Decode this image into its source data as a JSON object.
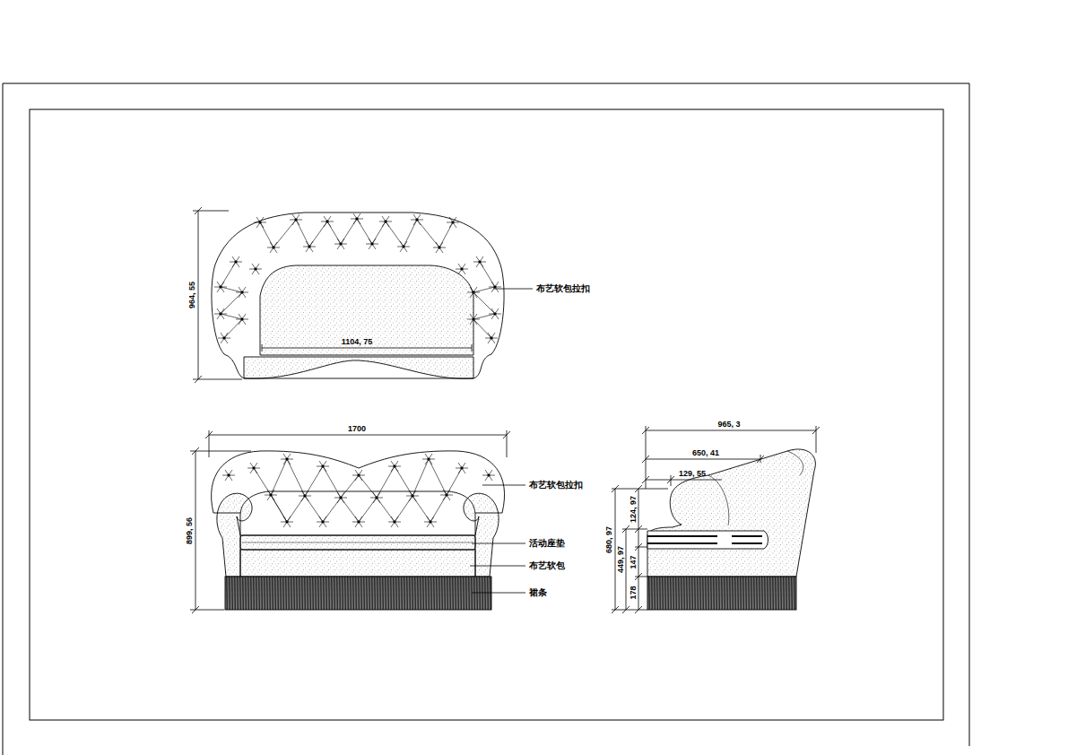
{
  "diagram": {
    "labels": [
      "964, 55",
      "1104, 75",
      "布艺软包拉扣",
      "1700",
      "899, 56",
      "布艺软包拉扣",
      "活动座垫",
      "布艺软包",
      "裙条",
      "965, 3",
      "650, 41",
      "129, 55",
      "124, 97",
      "680, 97",
      "449, 97",
      "147",
      "178"
    ]
  }
}
